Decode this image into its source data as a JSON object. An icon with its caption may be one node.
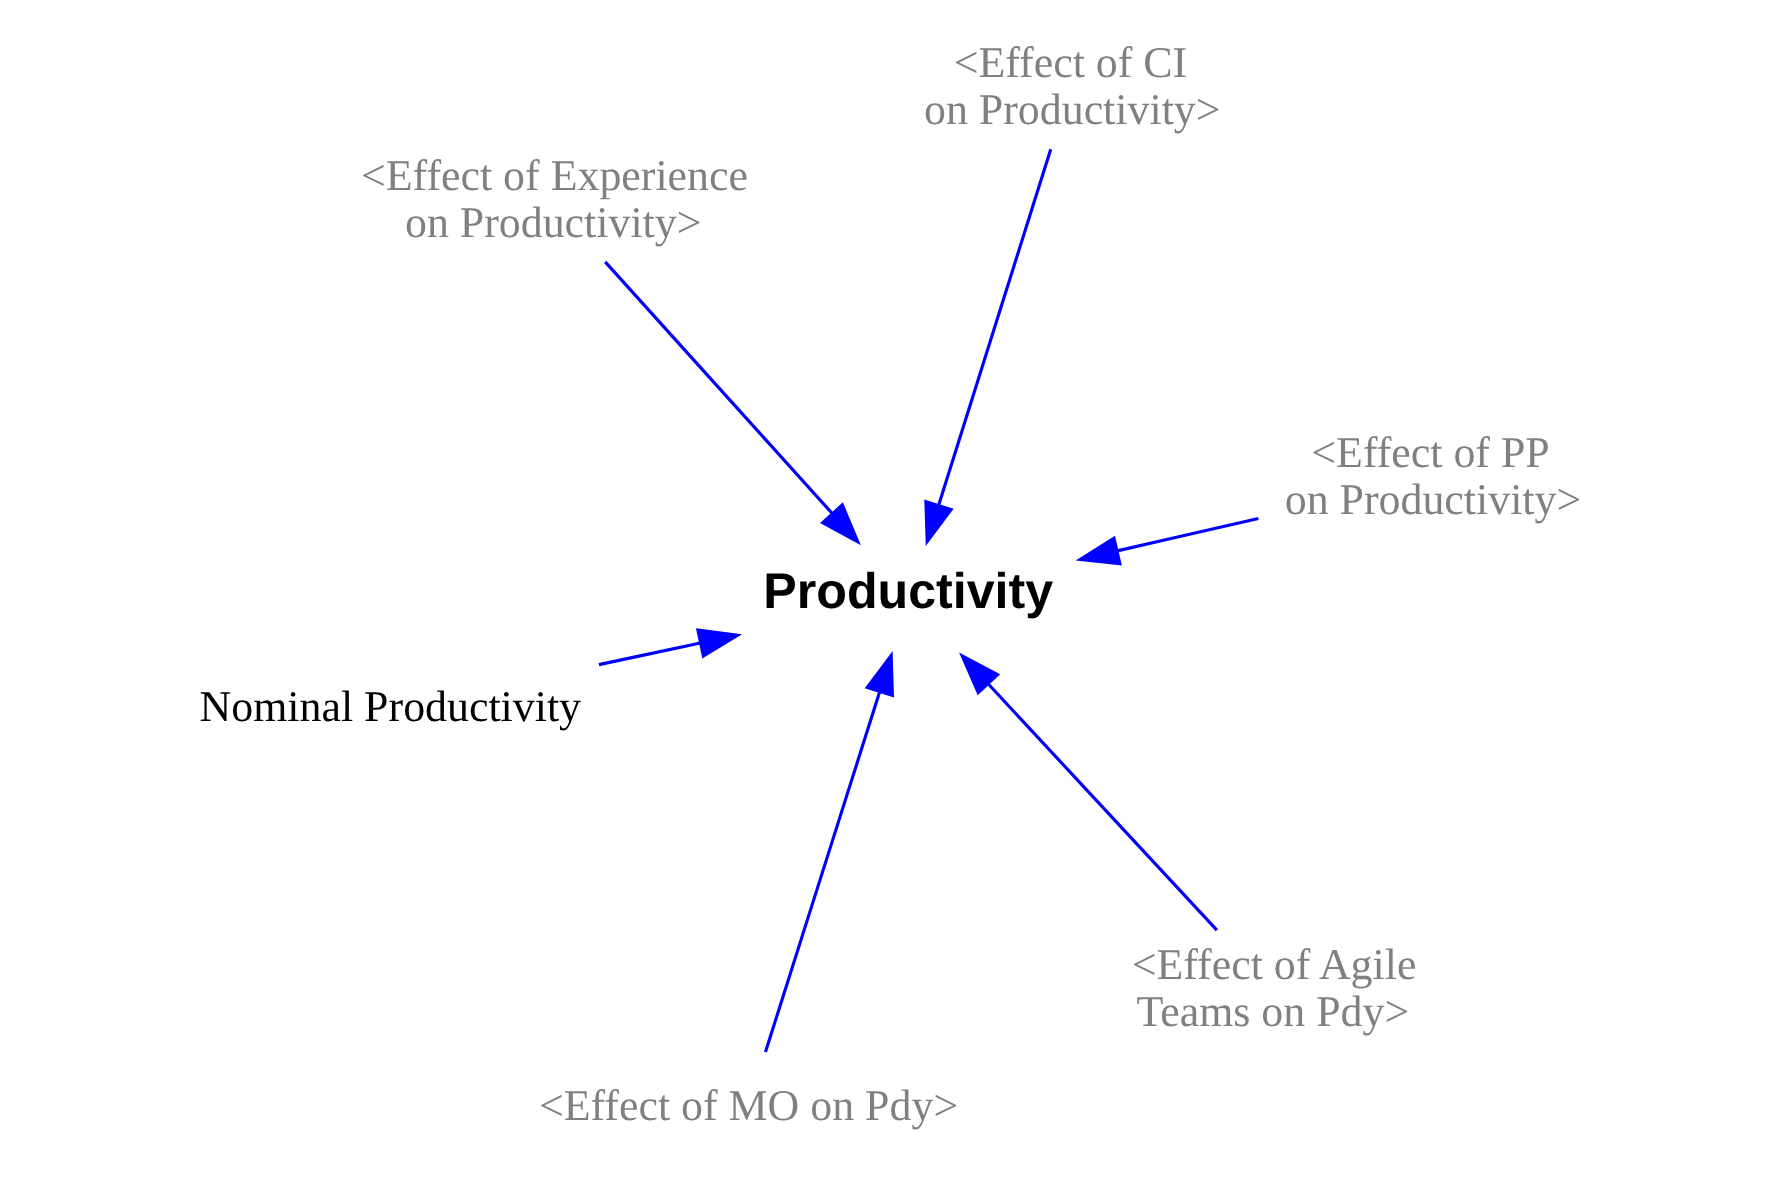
{
  "diagram": {
    "nodes": [
      {
        "text": [
          "Nominal Productivity"
        ]
      },
      {
        "text": [
          "<Effect of Agile Teams on Pdy>"
        ]
      },
      {
        "text": [
          "Productivity"
        ]
      },
      {
        "text": [
          "<Effect of Experience on Productivity>"
        ]
      },
      {
        "text": [
          "<Effect of PP on Productivity>"
        ]
      },
      {
        "text": [
          "<Effect of CI on Productivity>"
        ]
      },
      {
        "text": [
          "<Effect of MO on Pdy>"
        ]
      }
    ],
    "edges": [
      {
        "from": 0,
        "to": 2,
        "arrow": "to"
      },
      {
        "from": 1,
        "to": 2,
        "arrow": "to"
      },
      {
        "from": 3,
        "to": 2,
        "arrow": "to"
      },
      {
        "from": 4,
        "to": 2,
        "arrow": "to"
      },
      {
        "from": 6,
        "to": 2,
        "arrow": "to"
      },
      {
        "from": 5,
        "to": 2,
        "arrow": "to"
      }
    ]
  }
}
